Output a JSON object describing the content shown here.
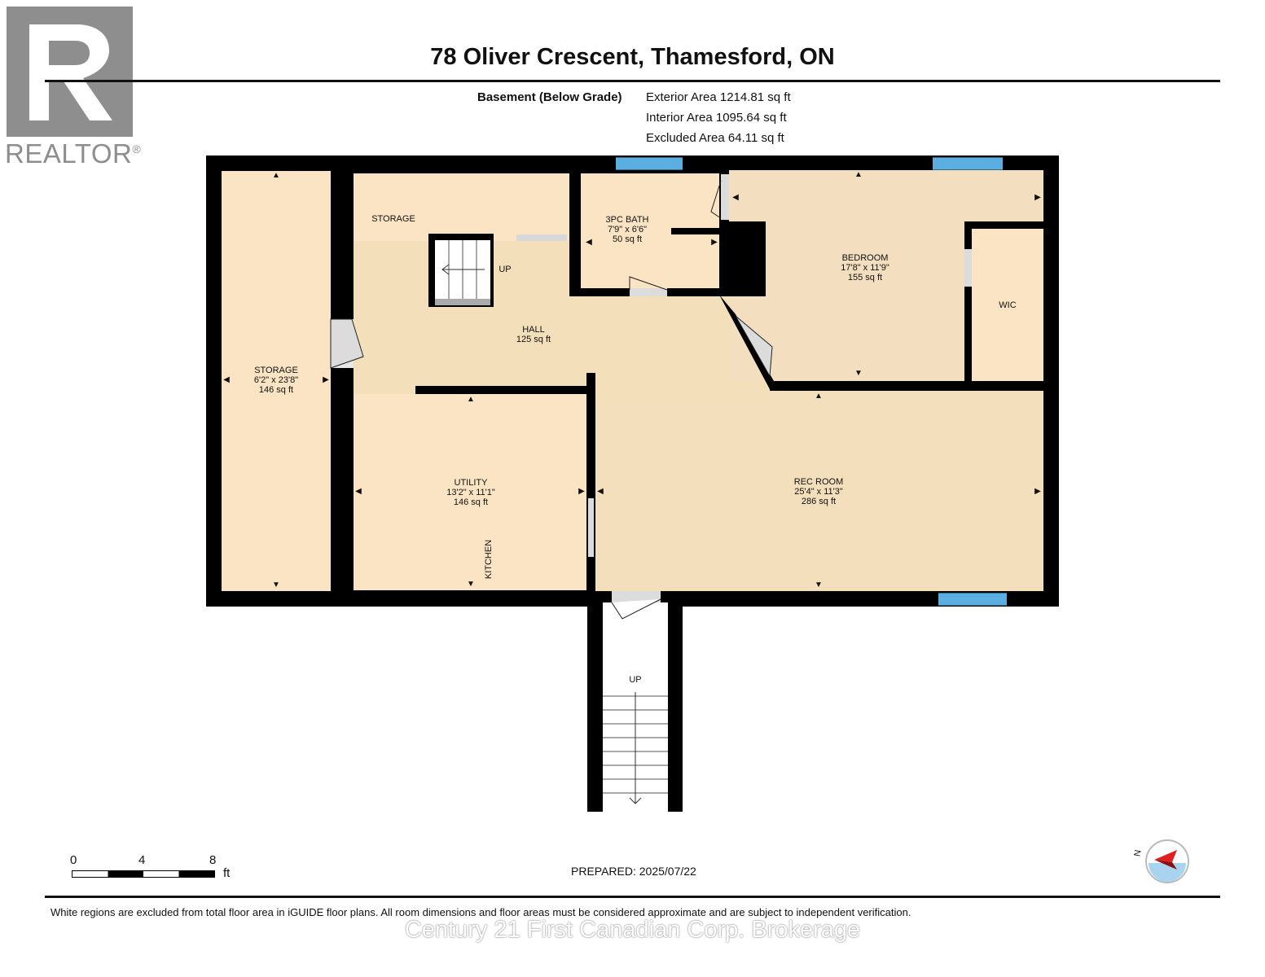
{
  "title": "78 Oliver Crescent, Thamesford, ON",
  "logo": {
    "text": "REALTOR",
    "mark": "®"
  },
  "level": "Basement (Below Grade)",
  "areas": {
    "exterior": "Exterior Area 1214.81 sq ft",
    "interior": "Interior Area 1095.64 sq ft",
    "excluded": "Excluded Area 64.11 sq ft"
  },
  "rooms": {
    "storage_left": {
      "name": "STORAGE",
      "dims": "6'2\" x 23'8\"",
      "area": "146 sq ft"
    },
    "storage_top": {
      "name": "STORAGE"
    },
    "stair_up_label": "UP",
    "bath": {
      "name": "3PC BATH",
      "dims": "7'9\" x 6'6\"",
      "area": "50 sq ft"
    },
    "bedroom": {
      "name": "BEDROOM",
      "dims": "17'8\" x 11'9\"",
      "area": "155 sq ft"
    },
    "wic": {
      "name": "WIC"
    },
    "hall": {
      "name": "HALL",
      "area": "125 sq ft"
    },
    "utility": {
      "name": "UTILITY",
      "dims": "13'2\" x 11'1\"",
      "area": "146 sq ft"
    },
    "kitchen": {
      "name": "KITCHEN"
    },
    "rec_room": {
      "name": "REC ROOM",
      "dims": "25'4\" x 11'3\"",
      "area": "286 sq ft"
    },
    "exterior_stair_label": "UP"
  },
  "scale": {
    "ticks": [
      "0",
      "4",
      "8"
    ],
    "unit": "ft"
  },
  "prepared": "PREPARED: 2025/07/22",
  "compass": {
    "label": "N"
  },
  "footer": "White regions are excluded from total floor area in iGUIDE floor plans. All room dimensions and floor areas must be considered approximate and are subject to independent verification.",
  "watermark": "Century 21 First Canadian Corp. Brokerage",
  "colors": {
    "room_fill": "#fbe4c4",
    "wall": "#000000",
    "window": "#5aaee0",
    "logo_gray": "#8e8e8e",
    "compass_red": "#e02020"
  }
}
